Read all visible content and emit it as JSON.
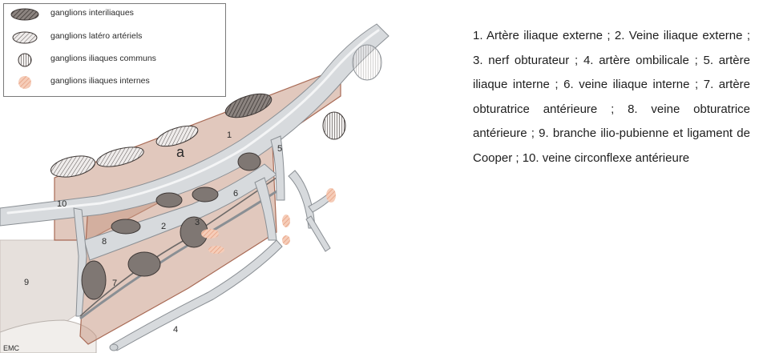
{
  "legend": {
    "items": [
      {
        "label": "ganglions interiliaques",
        "pattern": "dark-hatched-oval"
      },
      {
        "label": "ganglions latéro artériels",
        "pattern": "light-hatched-oval"
      },
      {
        "label": "ganglions iliaques communs",
        "pattern": "vertical-hatched-oval"
      },
      {
        "label": "ganglions iliaques internes",
        "pattern": "pink-dotted-oval"
      }
    ]
  },
  "illustration": {
    "region_label": "a",
    "numbers": [
      "1",
      "2",
      "3",
      "4",
      "5",
      "6",
      "7",
      "8",
      "9",
      "10"
    ],
    "signature": "EMC"
  },
  "caption": {
    "text": "1. Artère iliaque externe ; 2. Veine iliaque externe ; 3. nerf obturateur ; 4. artère ombilicale ; 5. artère iliaque interne ; 6. veine iliaque interne ; 7. artère obturatrice antérieure ; 8. veine obturatrice antérieure ; 9. branche ilio-pubienne et ligament de Cooper ; 10. veine circonflexe antérieure"
  },
  "colors": {
    "plane_fill": "#c99a86",
    "plane_stroke": "#a86a55",
    "vessel": "#d7dadd",
    "node_dark": "#6b6360",
    "internal_nodes": "#f0b79c"
  }
}
